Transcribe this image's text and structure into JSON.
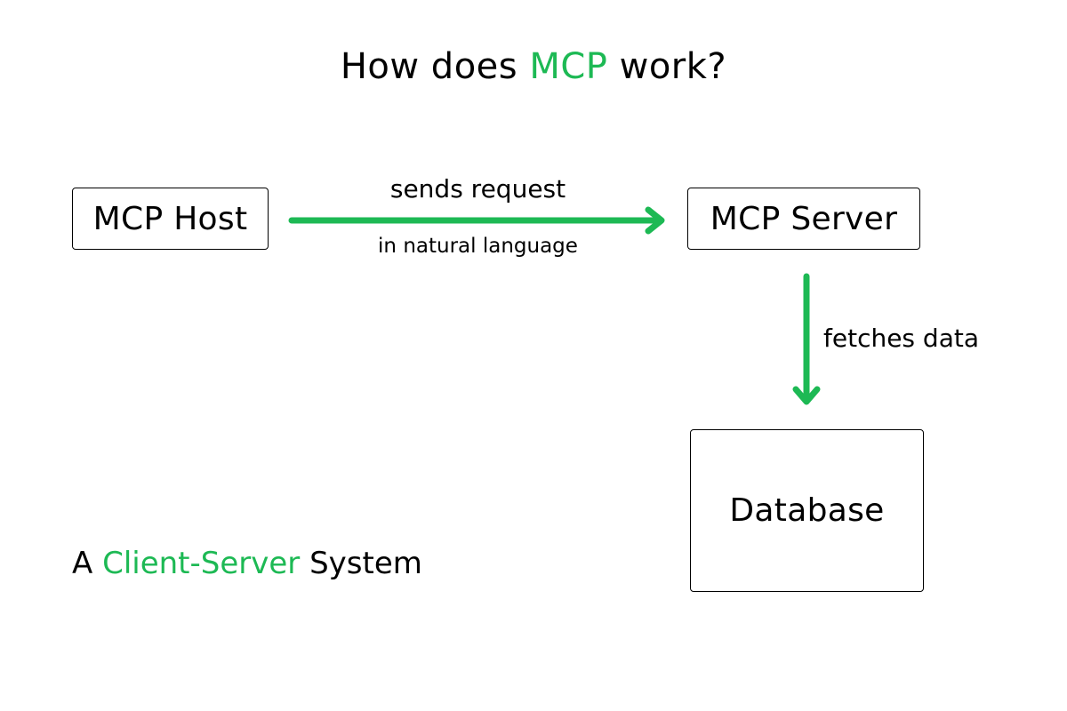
{
  "title": {
    "prefix": "How does ",
    "highlight": "MCP",
    "suffix": " work?"
  },
  "nodes": {
    "host": "MCP Host",
    "server": "MCP Server",
    "database": "Database"
  },
  "edges": {
    "host_to_server": {
      "label_top": "sends request",
      "label_bottom": "in natural language"
    },
    "server_to_database": {
      "label": "fetches data"
    }
  },
  "caption": {
    "prefix": "A ",
    "highlight": "Client-Server",
    "suffix": " System"
  },
  "colors": {
    "accent": "#1db954",
    "text": "#000000",
    "background": "#ffffff"
  }
}
